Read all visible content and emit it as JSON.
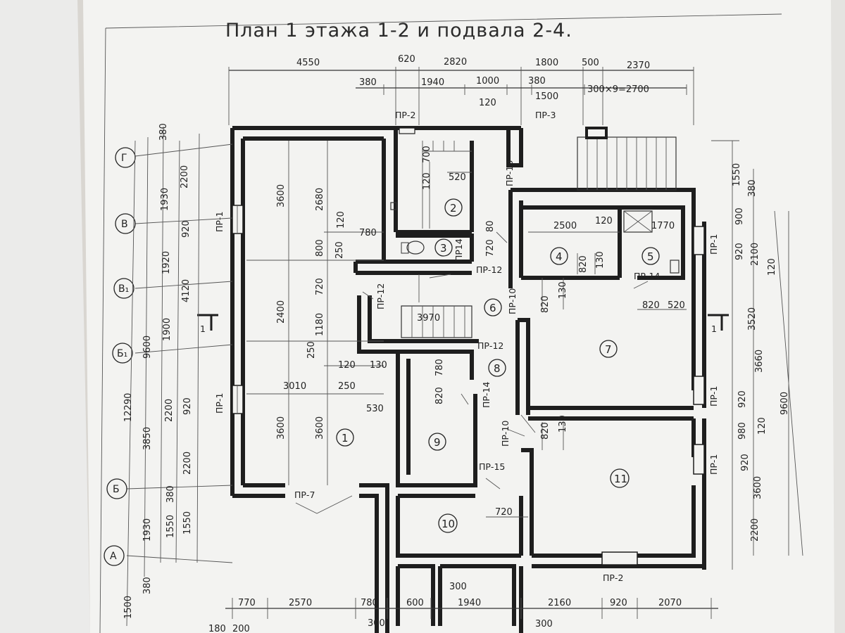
{
  "title": "План 1 этажа 1-2 и подвала 2-4.",
  "top_dims_row1": [
    "4550",
    "620",
    "2820",
    "1800",
    "500",
    "2370"
  ],
  "top_dims_row2": [
    "380",
    "1940",
    "1000",
    "380",
    "1500",
    "300×9=2700",
    "120"
  ],
  "bottom_dims_row1": [
    "770",
    "2570",
    "780",
    "600",
    "1940",
    "2160",
    "920",
    "2070"
  ],
  "bottom_dims_extra": [
    "300",
    "300",
    "300",
    "180",
    "200"
  ],
  "left_axes": [
    "Г",
    "В",
    "В₁",
    "Б₁",
    "Б",
    "А"
  ],
  "left_dims_outer": [
    "12290",
    "1500"
  ],
  "left_dims_mid": [
    "9600",
    "3850",
    "1930",
    "380"
  ],
  "left_dims_inner": [
    "380",
    "1930",
    "1920",
    "1900",
    "2200",
    "1550",
    "380"
  ],
  "left_dims_inner2": [
    "2200",
    "920",
    "4120",
    "920",
    "2200",
    "1550"
  ],
  "right_dims_outer": [
    "9600"
  ],
  "right_dims_mid": [
    "3660",
    "3520",
    "2100",
    "3600",
    "1550"
  ],
  "right_dims_inner": [
    "380",
    "900",
    "920",
    "120",
    "920",
    "980",
    "120",
    "920",
    "2200"
  ],
  "interior_dims": [
    "3600",
    "2680",
    "120",
    "780",
    "800",
    "250",
    "2400",
    "720",
    "1180",
    "250",
    "120",
    "130",
    "3010",
    "250",
    "530",
    "3600",
    "3600",
    "700",
    "120",
    "520",
    "80",
    "720",
    "3970",
    "2500",
    "120",
    "1770",
    "820",
    "130",
    "820",
    "130",
    "820",
    "520",
    "780",
    "820",
    "820",
    "130",
    "720"
  ],
  "doors": [
    "ПР-2",
    "ПР-3",
    "ПР-13",
    "ПР-1",
    "ПР-12",
    "ПР14",
    "ПР-12",
    "ПР-10",
    "ПР-14",
    "ПР-12",
    "ПР-14",
    "ПР-10",
    "ПР-15",
    "ПР-7",
    "ПР-1",
    "ПР-1",
    "ПР-1",
    "ПР-1",
    "ПР-2"
  ],
  "rooms": [
    "1",
    "2",
    "3",
    "4",
    "5",
    "6",
    "7",
    "8",
    "9",
    "10",
    "11"
  ],
  "section_marks": [
    "1",
    "1"
  ]
}
